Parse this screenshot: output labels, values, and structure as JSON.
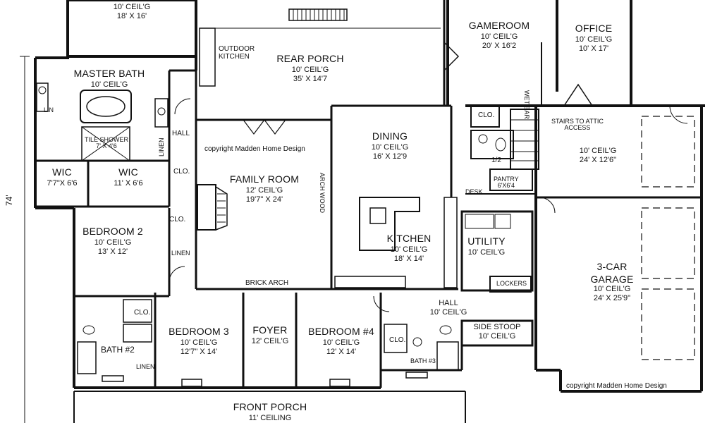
{
  "rooms": {
    "top_left": {
      "line1": "10' CEIL'G",
      "line2": "18' X 16'"
    },
    "rear_porch": {
      "name": "REAR PORCH",
      "ceil": "10' CEIL'G",
      "size": "35' X 14'7"
    },
    "outdoor_kitchen": {
      "line1": "OUTDOOR",
      "line2": "KITCHEN"
    },
    "gameroom": {
      "name": "GAMEROOM",
      "ceil": "10' CEIL'G",
      "size": "20' X 16'2"
    },
    "office": {
      "name": "OFFICE",
      "ceil": "10' CEIL'G",
      "size": "10' X 17'"
    },
    "master_bath": {
      "name": "MASTER BATH",
      "ceil": "10' CEIL'G"
    },
    "tile_shower": {
      "line1": "TILE SHOWER",
      "line2": "7' X 4'6"
    },
    "lin_top": "LIN",
    "linen_vert": "LINEN",
    "wet_bar": "WET BAR",
    "hall_left": "HALL",
    "copyright_top": "copyright Madden Home Design",
    "clo_wic": "CLO.",
    "wic_left": {
      "name": "WIC",
      "size": "7'7\"X 6'6"
    },
    "wic_right": {
      "name": "WIC",
      "size": "11' X 6'6"
    },
    "family_room": {
      "name": "FAMILY ROOM",
      "ceil": "12' CEIL'G",
      "size": "19'7\" X 24'"
    },
    "dining": {
      "name": "DINING",
      "ceil": "10' CEIL'G",
      "size": "16' X 12'9"
    },
    "clo_gameroom": "CLO.",
    "half_bath": "1/2",
    "stairs": {
      "line1": "STAIRS TO ATTIC",
      "line2": "ACCESS"
    },
    "bay_top": {
      "ceil": "10' CEIL'G",
      "size": "24' X 12'6\""
    },
    "pantry": {
      "name": "PANTRY",
      "size": "6'X6'4"
    },
    "desk": "DESK",
    "wood_arch": "ARCH WOOD",
    "bedroom2": {
      "name": "BEDROOM 2",
      "ceil": "10' CEIL'G",
      "size": "13' X 12'"
    },
    "clo_bed2": "CLO.",
    "linen_mid": "LINEN",
    "kitchen": {
      "name": "KITCHEN",
      "ceil": "10' CEIL'G",
      "size": "18' X 14'"
    },
    "utility": {
      "name": "UTILITY",
      "ceil": "10' CEIL'G"
    },
    "garage": {
      "name1": "3-CAR",
      "name2": "GARAGE",
      "ceil": "10' CEIL'G",
      "size": "24' X 25'9\""
    },
    "lockers": "LOCKERS",
    "brick_arch": "BRICK ARCH",
    "hall_right": {
      "name": "HALL",
      "ceil": "10' CEIL'G"
    },
    "clo_bath2": "CLO.",
    "bedroom3": {
      "name": "BEDROOM 3",
      "ceil": "10' CEIL'G",
      "size": "12'7\" X 14'"
    },
    "foyer": {
      "name": "FOYER",
      "ceil": "12' CEIL'G"
    },
    "bedroom4": {
      "name": "BEDROOM #4",
      "ceil": "10' CEIL'G",
      "size": "12' X 14'"
    },
    "clo_bed4": "CLO.",
    "side_stoop": {
      "name": "SIDE STOOP",
      "ceil": "10' CEIL'G"
    },
    "bath2": "BATH #2",
    "linen_small": "LINEN",
    "bath3": "BATH #3",
    "copyright_bottom": "copyright Madden Home Design",
    "front_porch": {
      "name": "FRONT PORCH",
      "ceil": "11' CEILING"
    },
    "dimension_left": "74'"
  }
}
